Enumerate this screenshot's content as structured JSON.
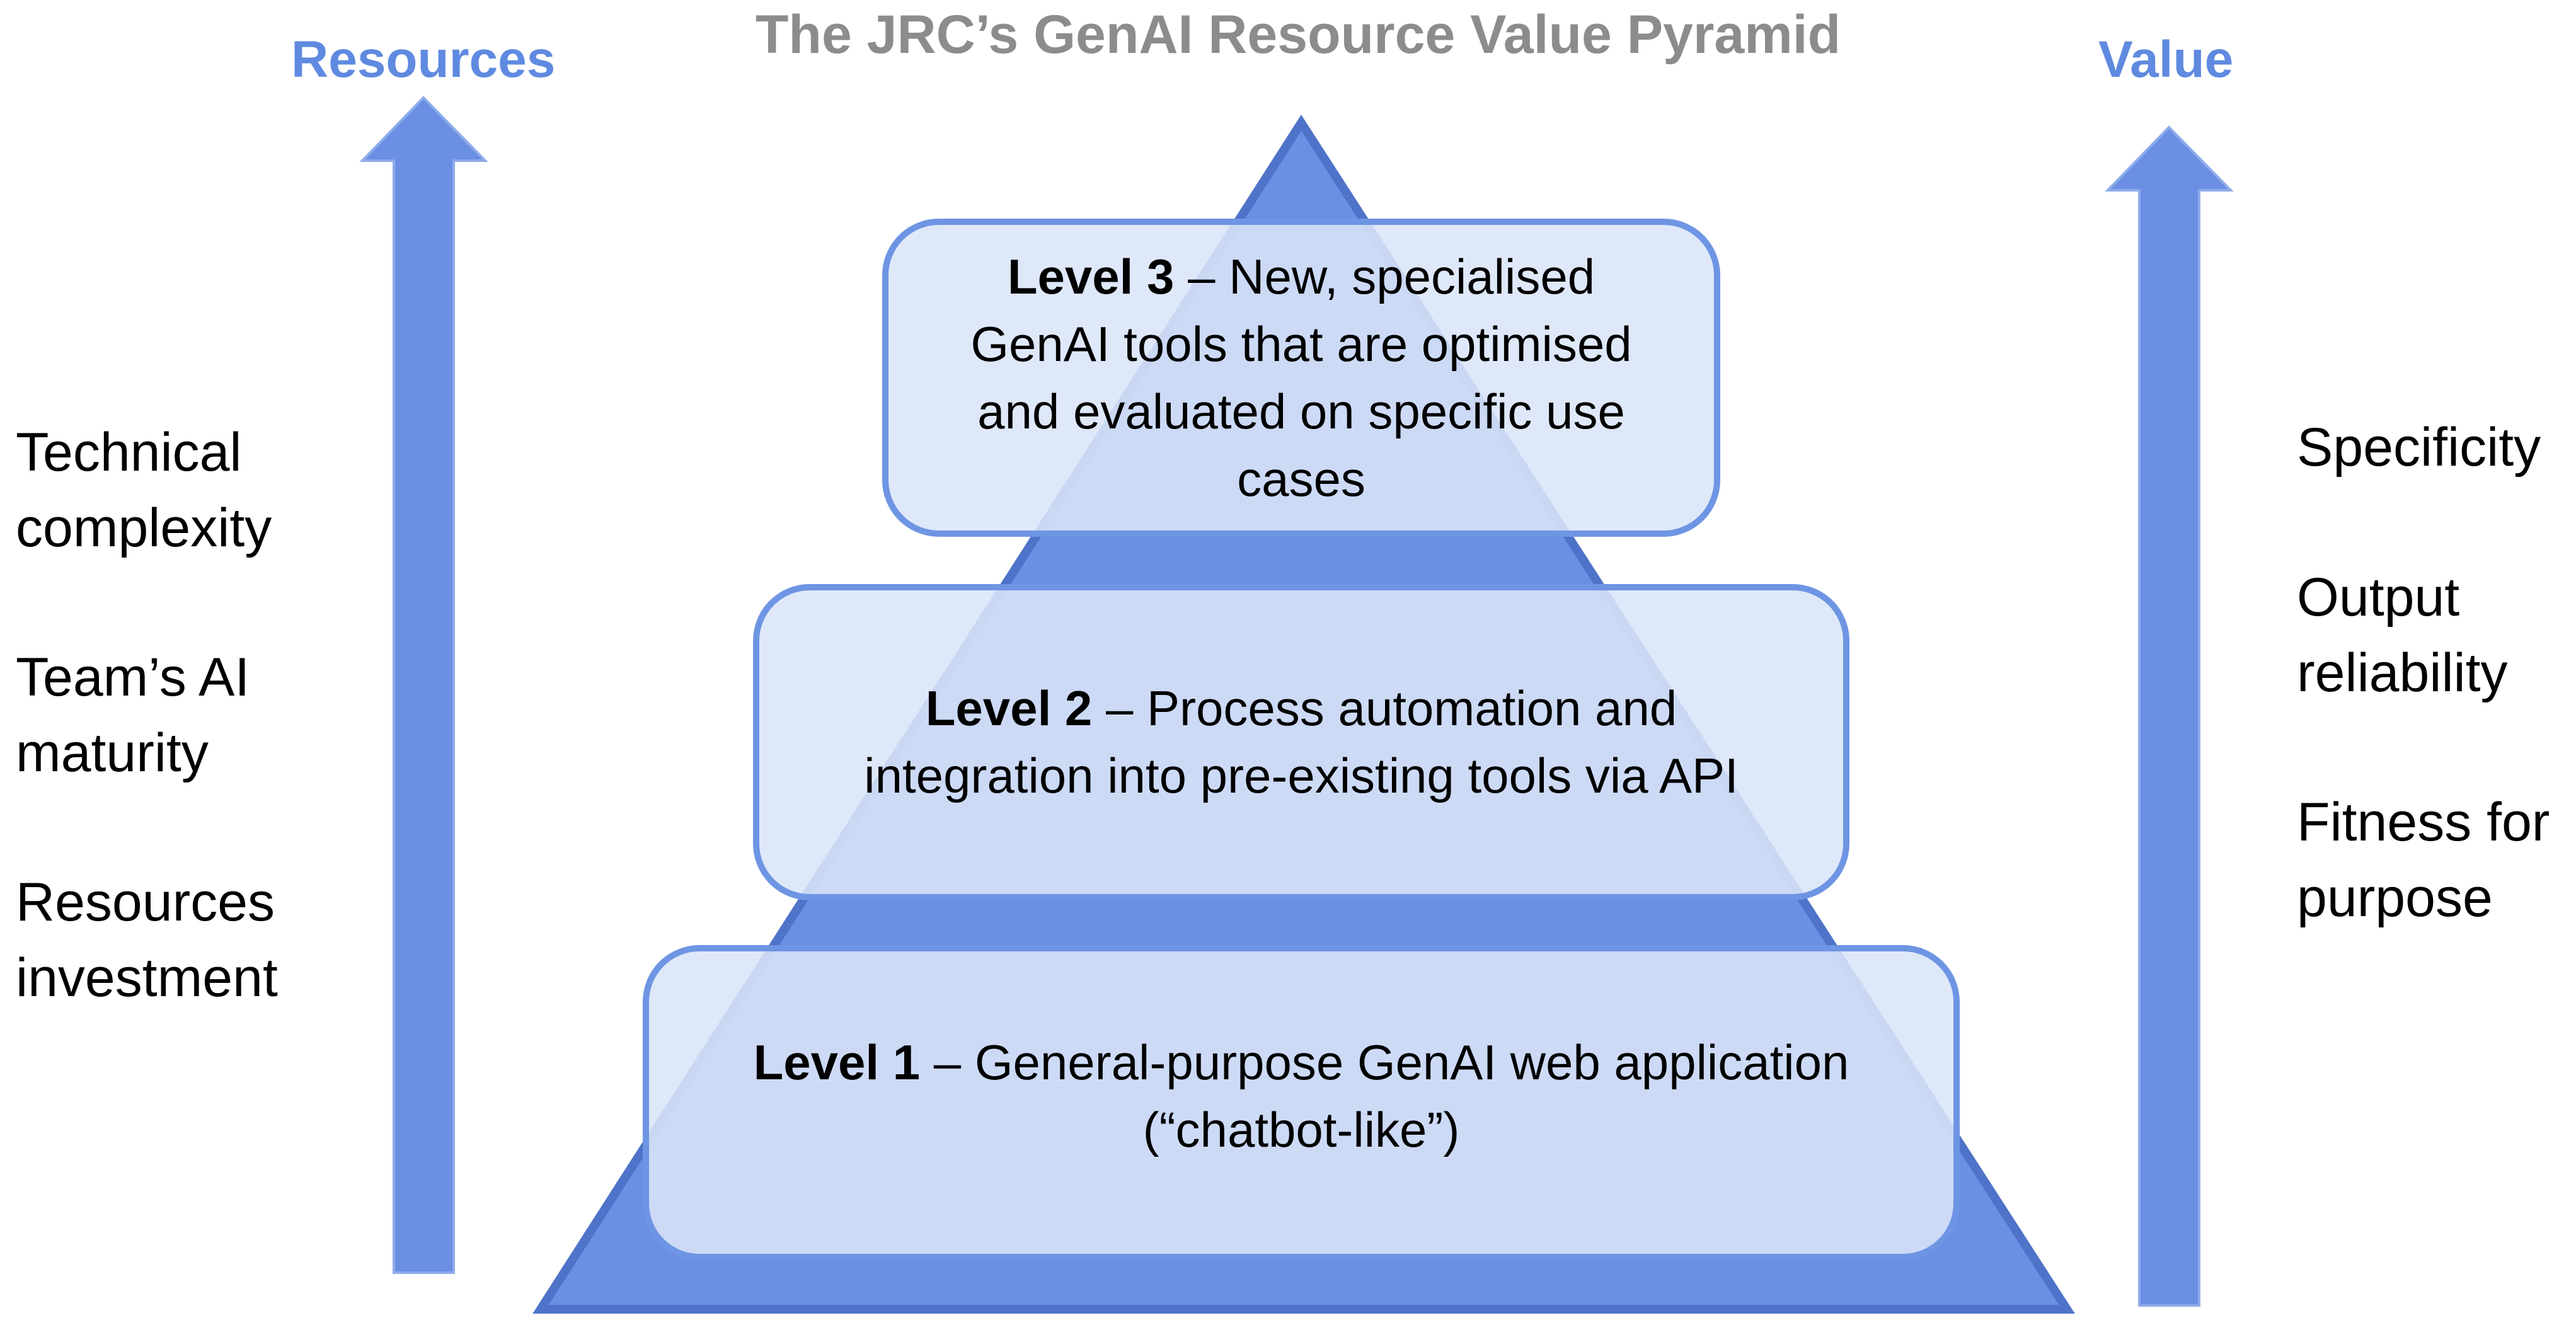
{
  "title": "The JRC’s GenAI Resource Value Pyramid",
  "left_axis": {
    "title": "Resources",
    "factors": [
      {
        "line1": "Technical",
        "line2": "complexity"
      },
      {
        "line1": "Team’s AI",
        "line2": "maturity"
      },
      {
        "line1": "Resources",
        "line2": "investment"
      }
    ]
  },
  "right_axis": {
    "title": "Value",
    "factors": [
      {
        "line1": "Specificity",
        "line2": ""
      },
      {
        "line1": "Output",
        "line2": "reliability"
      },
      {
        "line1": "Fitness for",
        "line2": "purpose"
      }
    ]
  },
  "levels": [
    {
      "name": "Level 3",
      "separator": " – ",
      "description": "New, specialised GenAI tools that are optimised and evaluated on specific use cases"
    },
    {
      "name": "Level 2",
      "separator": " – ",
      "description": "Process automation and integration into pre-existing tools via API"
    },
    {
      "name": "Level 1",
      "separator": " – ",
      "description": "General-purpose GenAI web application (“chatbot-like”)"
    }
  ],
  "colors": {
    "arrow": "#6a8fe3",
    "pyramid": "#6a8fe3",
    "pyramid_edge": "#4f73c8",
    "box_fill": "#d3dff6",
    "box_border": "#6e95e3",
    "title": "#8c8c8c",
    "axis_title": "#5f8ae0"
  }
}
